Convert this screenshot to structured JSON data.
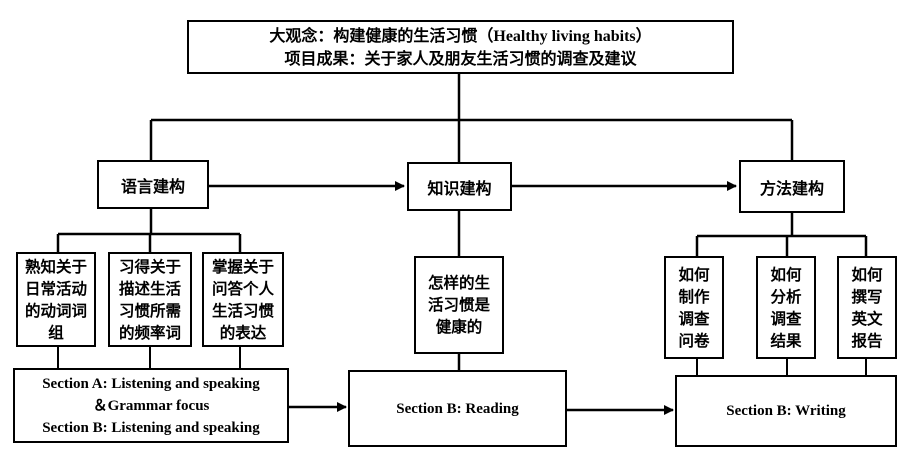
{
  "top": {
    "line1_cn": "大观念：构建健康的生活习惯",
    "line1_en": "（Healthy living habits）",
    "line2": "项目成果：关于家人及朋友生活习惯的调查及建议"
  },
  "branches": {
    "language": "语言建构",
    "knowledge": "知识建构",
    "method": "方法建构"
  },
  "language_items": [
    "熟知关于日常活动的动词词组",
    "习得关于描述生活习惯所需的频率词",
    "掌握关于问答个人生活习惯的表达"
  ],
  "knowledge_items": [
    "怎样的生活习惯是健康的"
  ],
  "method_items": [
    "如何制作调查问卷",
    "如何分析调查结果",
    "如何撰写英文报告"
  ],
  "sections": {
    "a_line1": "Section A: Listening and speaking",
    "a_line2": "＆Grammar focus",
    "a_line3": "Section B: Listening and speaking",
    "b_reading": "Section B: Reading",
    "b_writing": "Section B: Writing"
  }
}
